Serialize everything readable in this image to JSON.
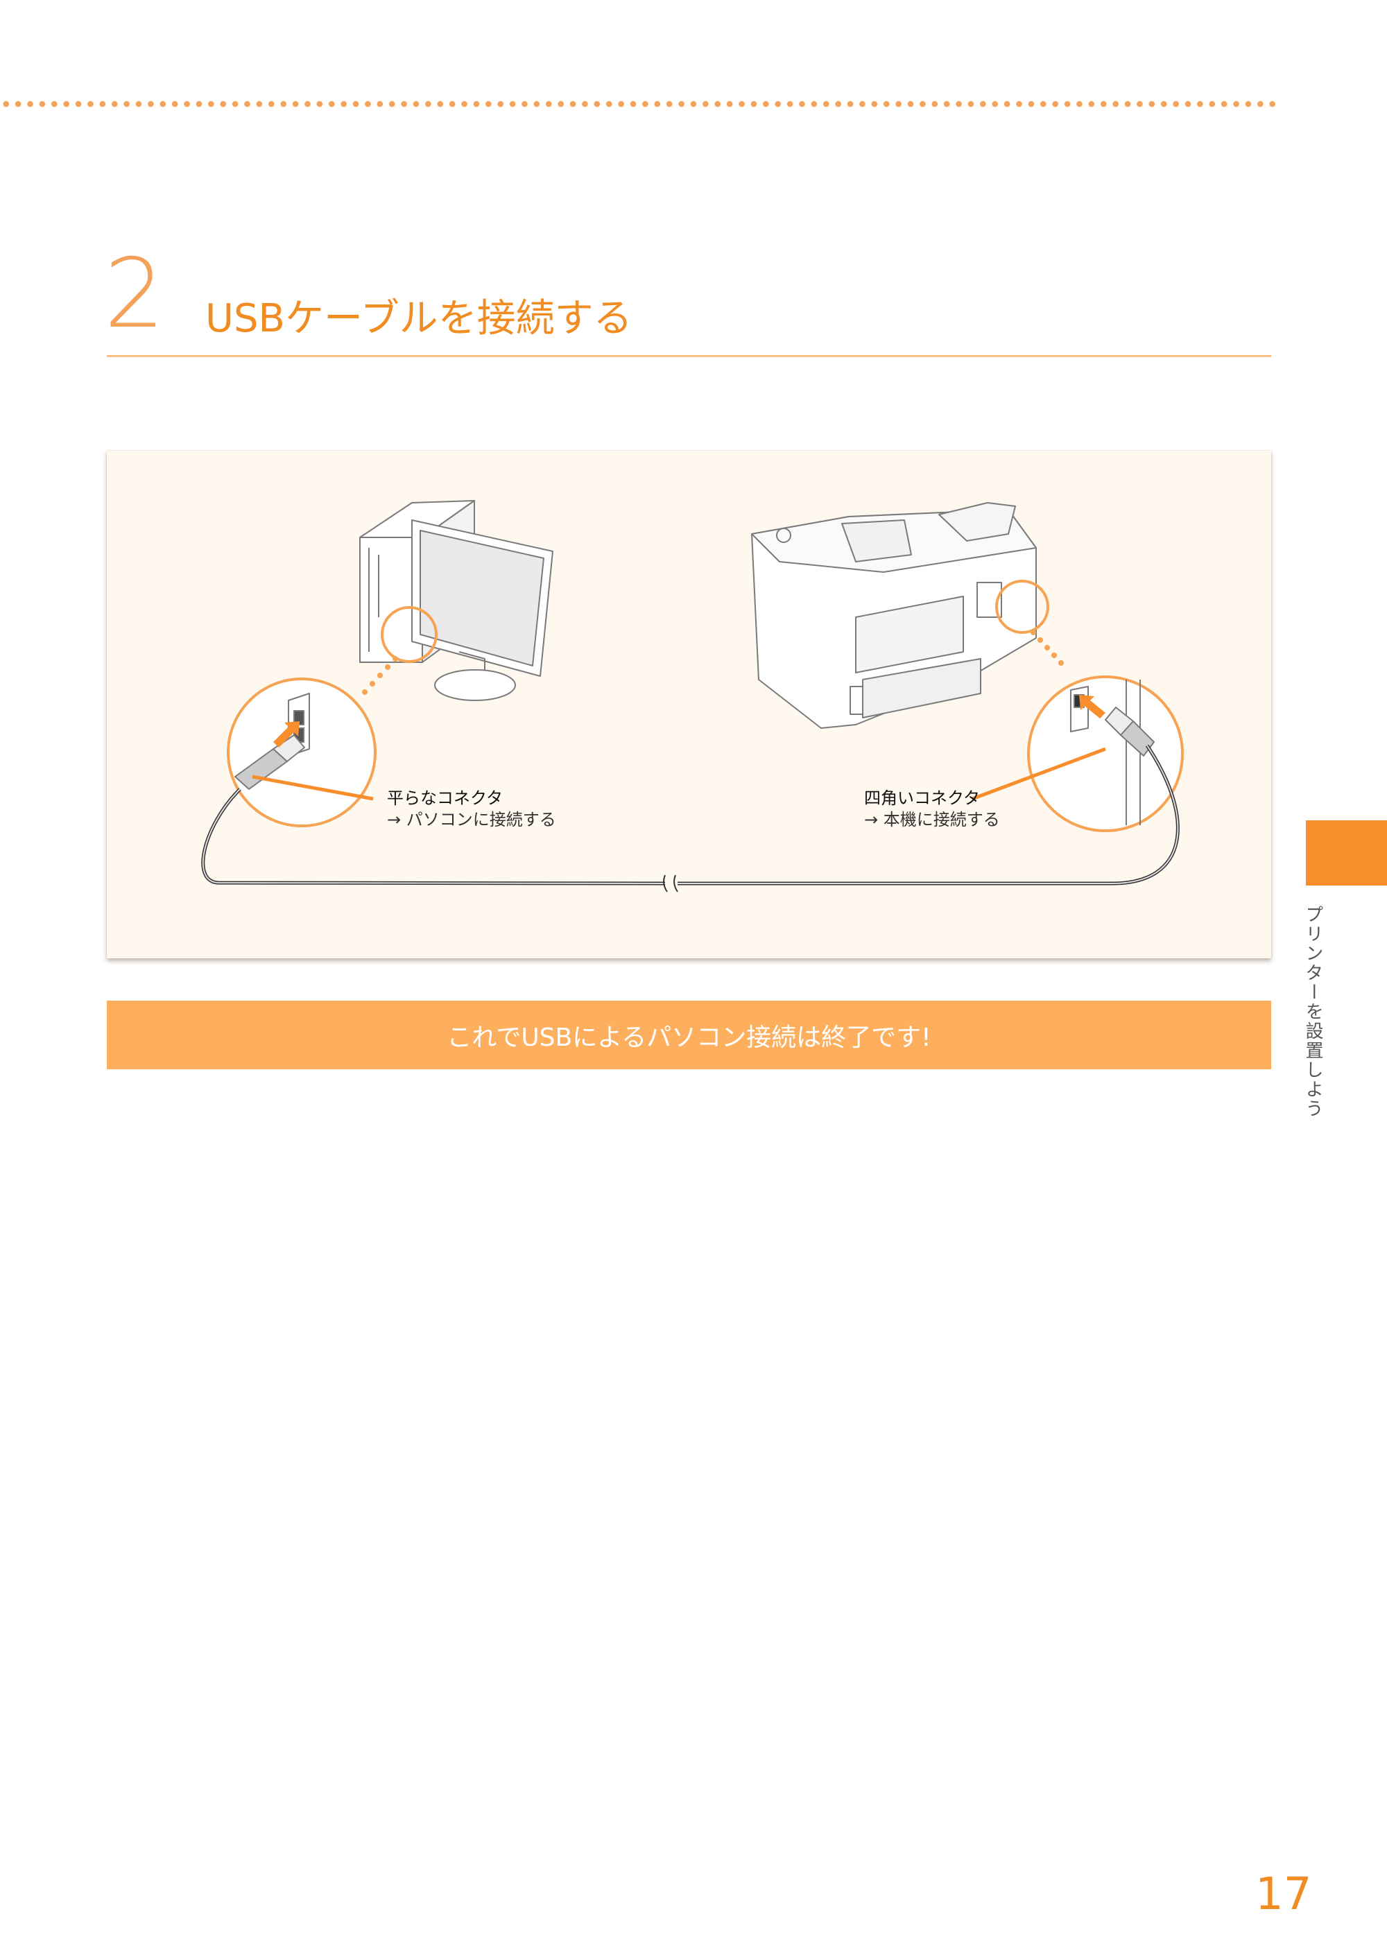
{
  "section": {
    "step_number": "2",
    "title": "USBケーブルを接続する"
  },
  "figure": {
    "left_connector": {
      "label": "平らなコネクタ",
      "instruction": "→ パソコンに接続する"
    },
    "right_connector": {
      "label": "四角いコネクタ",
      "instruction": "→ 本機に接続する"
    }
  },
  "completion": {
    "message": "これでUSBによるパソコン接続は終了です!"
  },
  "side_tab": {
    "label": "プリンターを設置しよう"
  },
  "page_number": "17",
  "colors": {
    "accent": "#f08c22",
    "accent_light": "#f4a259",
    "bar": "#fdaf5e",
    "tab": "#f88d2c",
    "panel_bg": "#fef8ef"
  }
}
